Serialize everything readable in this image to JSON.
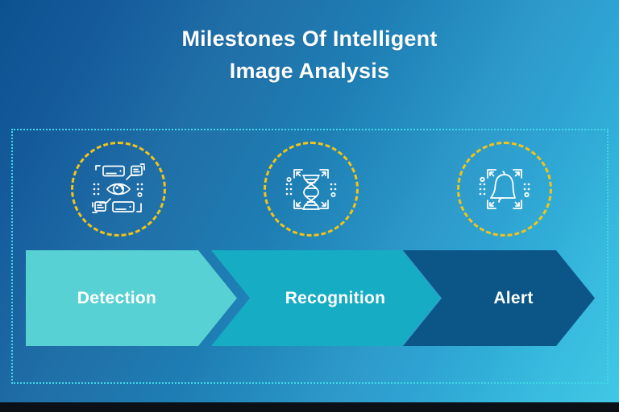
{
  "title": {
    "line1": "Milestones Of Intelligent",
    "line2": "Image Analysis"
  },
  "colors": {
    "background_start": "#0d5290",
    "background_end": "#42c8e6",
    "frame_border": "#3fd8e8",
    "icon_ring": "#f0c419",
    "icon_stroke": "#ffffff",
    "step_1_fill": "#57d1d3",
    "step_2_fill": "#16acc3",
    "step_3_fill": "#0b5687",
    "label_text": "#ffffff",
    "bottom_band": "#0b1016"
  },
  "icons": [
    {
      "name": "eye-detection-icon",
      "semantic": "eye-scan-icon"
    },
    {
      "name": "dna-recognition-icon",
      "semantic": "dna-helix-scan-icon"
    },
    {
      "name": "bell-alert-icon",
      "semantic": "bell-scan-icon"
    }
  ],
  "steps": [
    {
      "index": 1,
      "label": "Detection",
      "fill": "#57d1d3"
    },
    {
      "index": 2,
      "label": "Recognition",
      "fill": "#16acc3"
    },
    {
      "index": 3,
      "label": "Alert",
      "fill": "#0b5687"
    }
  ]
}
